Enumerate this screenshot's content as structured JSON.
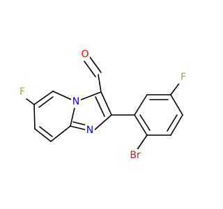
{
  "molecule": {
    "colors": {
      "bond": "#000000",
      "oxygen": "#ff0000",
      "nitrogen": "#0000ff",
      "fluorine": "#8fb13c",
      "bromine": "#a52a2a"
    },
    "labels": {
      "o_aldehyde": "O",
      "f_pyridine": "F",
      "f_phenyl": "F",
      "br_phenyl": "Br",
      "n_bridge": "N",
      "n_imidazole": "N"
    }
  }
}
